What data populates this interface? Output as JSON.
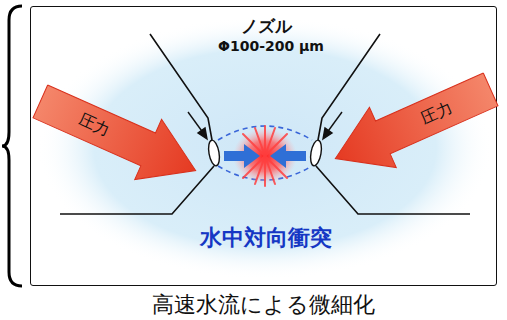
{
  "diagram": {
    "caption": "高速水流による微細化",
    "nodes": [
      {
        "text": [
          "ノズル",
          "Φ100-200 μm",
          "水中対向衝突"
        ]
      },
      {
        "text": [
          "圧力"
        ],
        "in": 0
      },
      {
        "text": [
          "圧力"
        ],
        "in": 0
      }
    ]
  }
}
